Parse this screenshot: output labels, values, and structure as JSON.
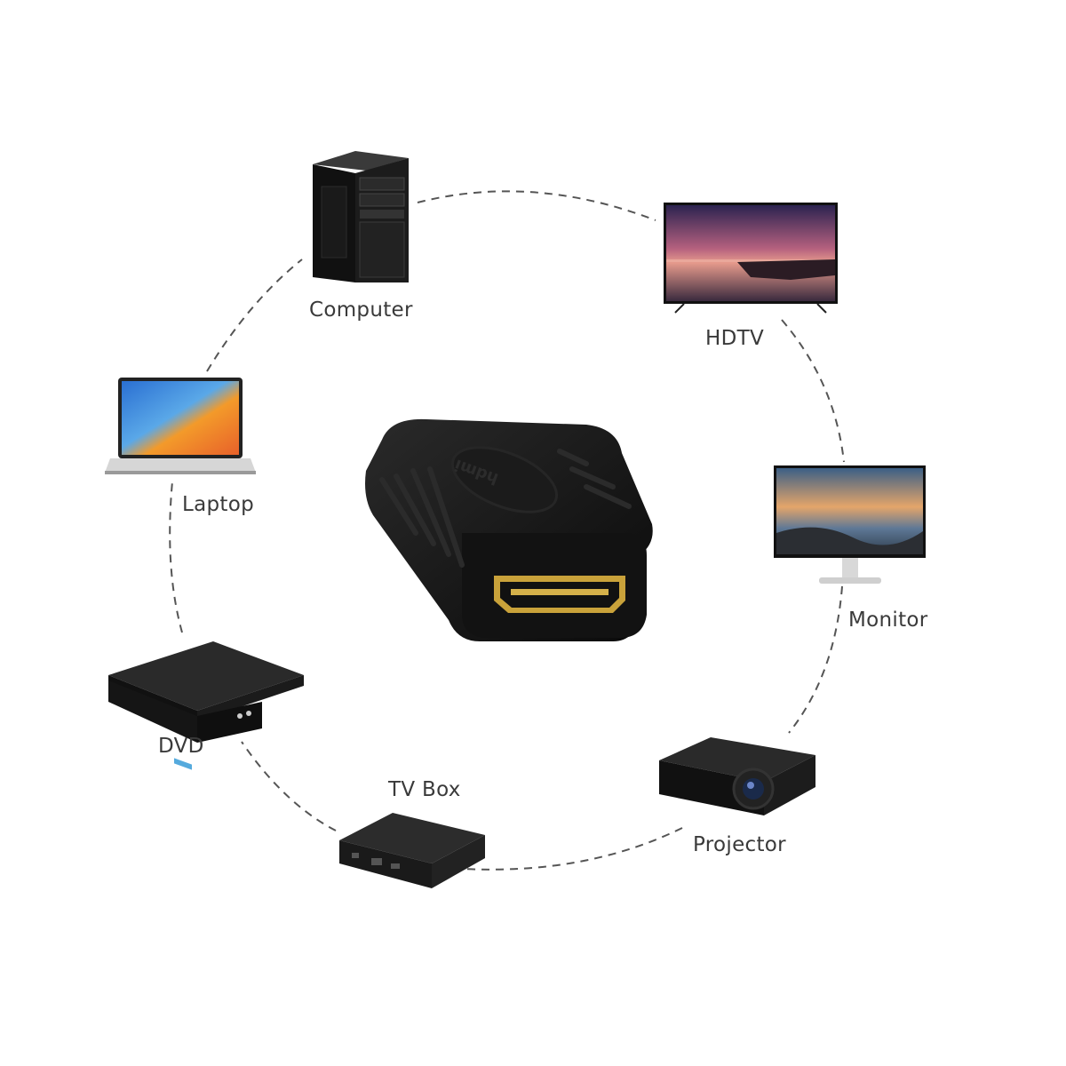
{
  "devices": {
    "computer": {
      "label": "Computer",
      "icon": "desktop-tower-icon"
    },
    "hdtv": {
      "label": "HDTV",
      "icon": "tv-icon"
    },
    "laptop": {
      "label": "Laptop",
      "icon": "laptop-icon"
    },
    "monitor": {
      "label": "Monitor",
      "icon": "monitor-icon"
    },
    "dvd": {
      "label": "DVD",
      "icon": "dvd-player-icon"
    },
    "tvbox": {
      "label": "TV Box",
      "icon": "tv-box-icon"
    },
    "projector": {
      "label": "Projector",
      "icon": "projector-icon"
    }
  },
  "adapter": {
    "brand": "hdmi",
    "icon": "hdmi-female-coupler-icon"
  },
  "colors": {
    "ring": "#555555",
    "label": "#3a3a3a",
    "adapter": "#141414",
    "gold": "#c9a23a"
  }
}
